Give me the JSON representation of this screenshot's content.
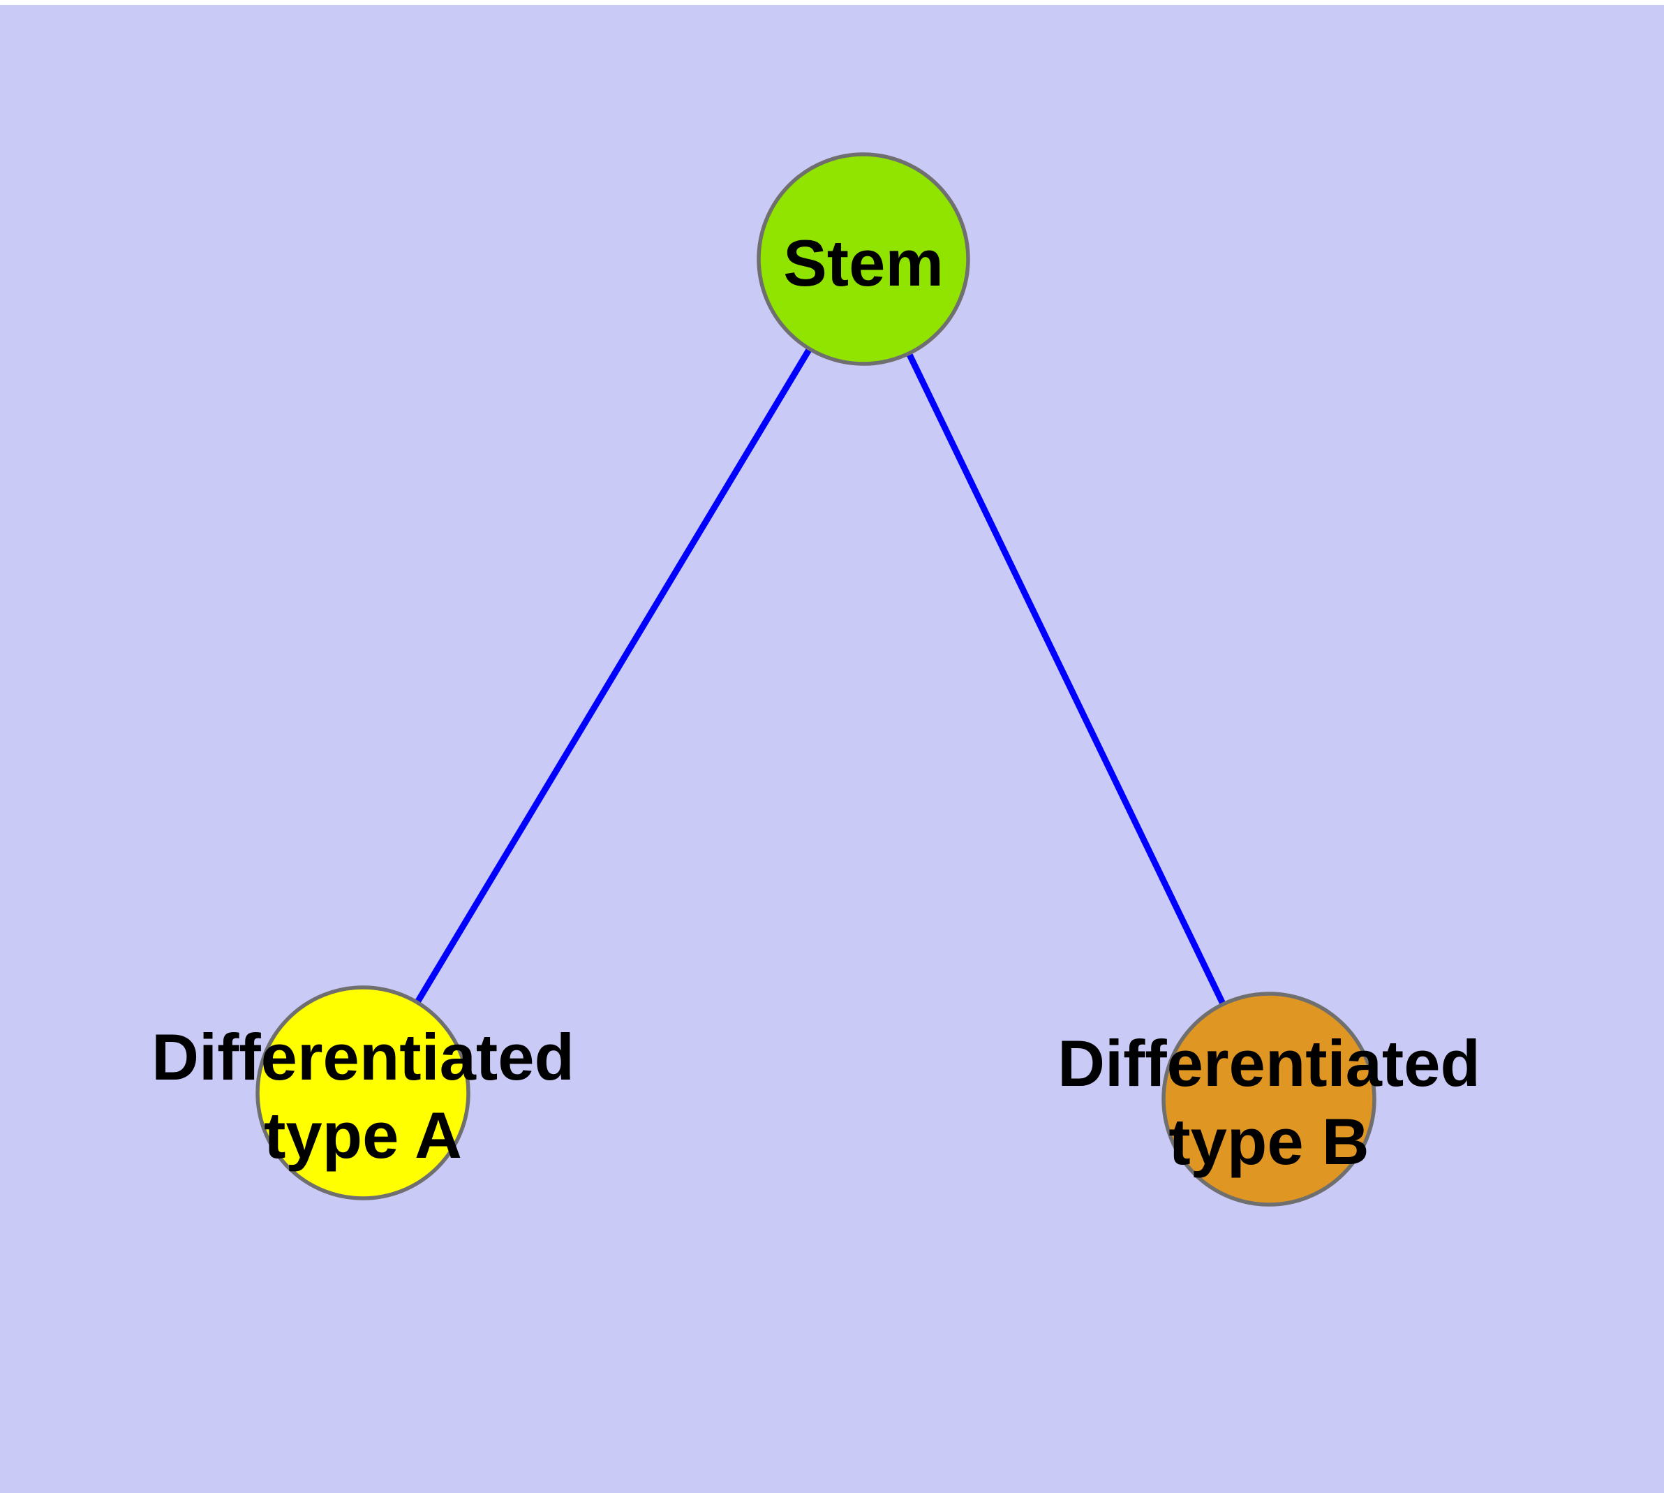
{
  "figure": {
    "background_color": "#CACAF7",
    "top_margin_color": "#FFFFFF",
    "edge_color": "#0000FF",
    "node_border_color": "#6F6F6F",
    "nodes": [
      {
        "id": "stem",
        "label": "Stem",
        "fill": "#90E400"
      },
      {
        "id": "type-a",
        "label": "Differentiated\ntype A",
        "fill": "#FFFF00"
      },
      {
        "id": "type-b",
        "label": "Differentiated\ntype B",
        "fill": "#E09622"
      }
    ],
    "edges": [
      {
        "from": "Stem",
        "to": "Differentiated type A"
      },
      {
        "from": "Stem",
        "to": "Differentiated type B"
      }
    ]
  }
}
